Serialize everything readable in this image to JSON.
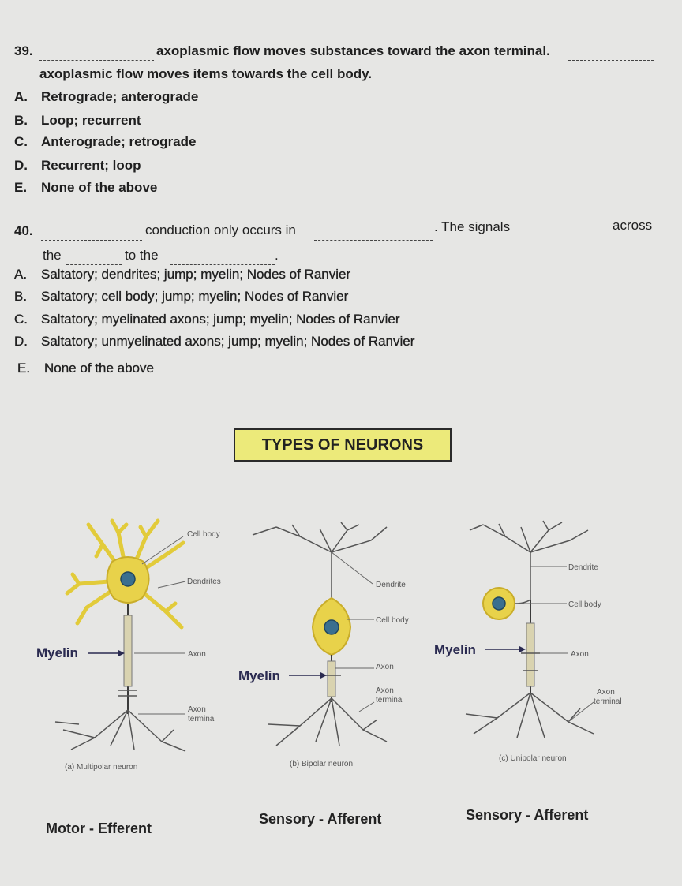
{
  "q39": {
    "number": "39.",
    "text1": "axoplasmic flow moves substances toward the axon terminal.",
    "text2": "axoplasmic flow moves items towards the cell body.",
    "options": [
      {
        "letter": "A.",
        "text": "Retrograde; anterograde"
      },
      {
        "letter": "B.",
        "text": "Loop; recurrent"
      },
      {
        "letter": "C.",
        "text": "Anterograde; retrograde"
      },
      {
        "letter": "D.",
        "text": "Recurrent; loop"
      },
      {
        "letter": "E.",
        "text": "None of the above"
      }
    ]
  },
  "q40": {
    "number": "40.",
    "text1": "conduction only occurs in",
    "text2": ". The signals",
    "text3": "across",
    "text4": "the",
    "text5": "to the",
    "text6": ".",
    "options": [
      {
        "letter": "A.",
        "text": "Saltatory; dendrites; jump; myelin; Nodes of Ranvier"
      },
      {
        "letter": "B.",
        "text": "Saltatory; cell body; jump; myelin; Nodes of Ranvier"
      },
      {
        "letter": "C.",
        "text": "Saltatory; myelinated axons; jump; myelin; Nodes of Ranvier"
      },
      {
        "letter": "D.",
        "text": "Saltatory; unmyelinated axons; jump; myelin; Nodes of Ranvier"
      },
      {
        "letter": "E.",
        "text": "None of the above"
      }
    ]
  },
  "banner": "TYPES OF NEURONS",
  "diagram": {
    "multipolar": {
      "cell_body": "Cell body",
      "dendrites": "Dendrites",
      "myelin": "Myelin",
      "axon": "Axon",
      "axon_terminal_1": "Axon",
      "axon_terminal_2": "terminal",
      "caption": "(a) Multipolar neuron"
    },
    "bipolar": {
      "dendrite": "Dendrite",
      "cell_body": "Cell body",
      "myelin": "Myelin",
      "axon": "Axon",
      "axon_terminal_1": "Axon",
      "axon_terminal_2": "terminal",
      "caption": "(b) Bipolar neuron"
    },
    "unipolar": {
      "dendrite": "Dendrite",
      "cell_body": "Cell body",
      "myelin": "Myelin",
      "axon": "Axon",
      "axon_terminal_1": "Axon",
      "axon_terminal_2": "terminal",
      "caption": "(c) Unipolar neuron"
    }
  },
  "captions": {
    "motor": "Motor - Efferent",
    "sensory_bipolar": "Sensory - Afferent",
    "sensory_unipolar": "Sensory - Afferent"
  },
  "colors": {
    "cell_fill": "#e8d24a",
    "nucleus": "#3a6f8f",
    "banner_bg": "#ecea7a"
  }
}
